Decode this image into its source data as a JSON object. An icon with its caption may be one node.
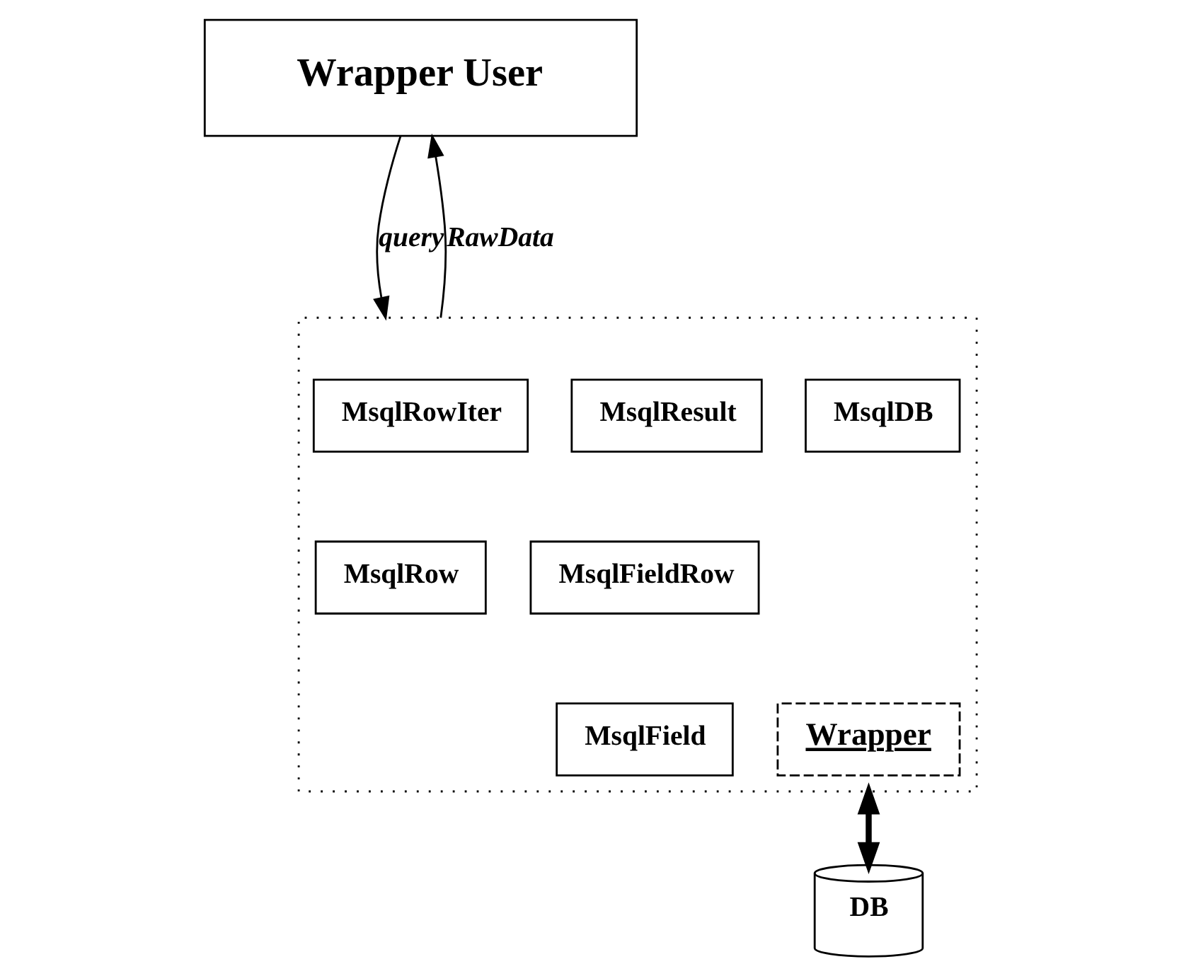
{
  "diagram": {
    "nodes": [
      {
        "text": [
          "Wrapper User"
        ]
      },
      {
        "text": [],
        "shape": "box"
      },
      {
        "text": [
          "MsqlDB"
        ],
        "in": 1
      },
      {
        "text": [
          "MsqlResult"
        ],
        "in": 1
      },
      {
        "text": [
          "MsqlRowIter"
        ],
        "in": 1
      },
      {
        "text": [
          "MsqlRow"
        ],
        "in": 1
      },
      {
        "text": [
          "MsqlFieldRow"
        ],
        "in": 1
      },
      {
        "text": [
          "MsqlField"
        ],
        "in": 1
      },
      {
        "text": [
          "Wrapper"
        ],
        "in": 1
      },
      {
        "text": [
          "DB"
        ]
      }
    ],
    "edges": [
      {
        "from": 0,
        "to": 1,
        "arrow": "to",
        "label": "query"
      },
      {
        "from": 1,
        "to": 0,
        "arrow": "to",
        "label": "RawData"
      },
      {
        "from": 1,
        "to": 9,
        "arrow": "both",
        "style": "thick"
      }
    ]
  }
}
